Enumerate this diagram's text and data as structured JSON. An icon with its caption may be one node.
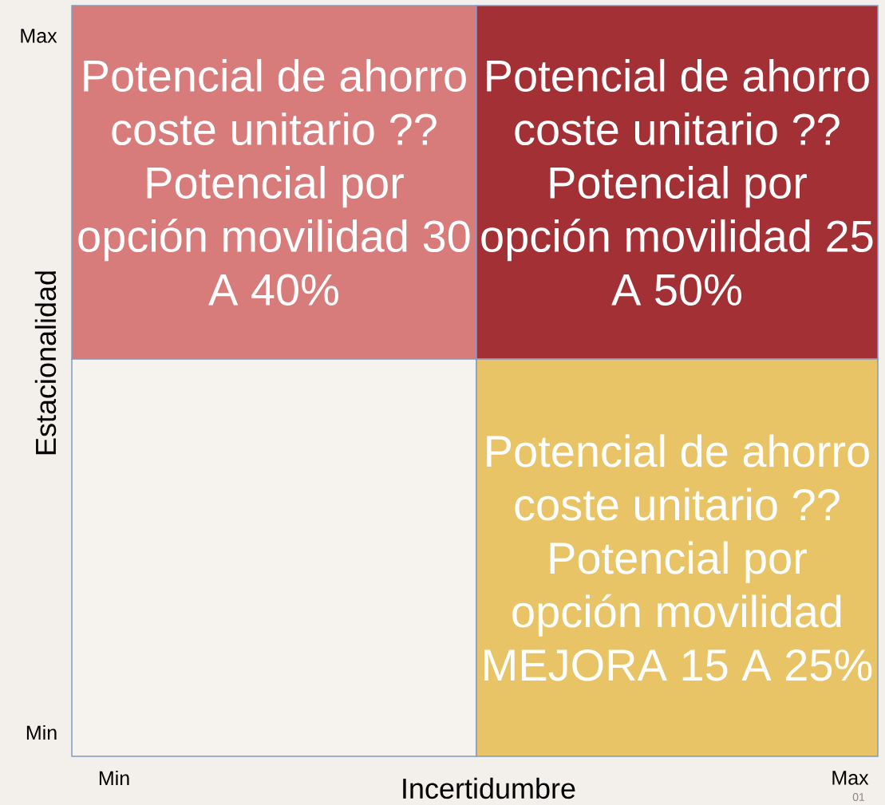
{
  "diagram": {
    "nodes": [
      {
        "text": [
          "Potencial de ahorro coste unitario ??",
          "Potencial por opción movilidad 30 A 40%"
        ]
      },
      {
        "text": [
          "Potencial de ahorro coste unitario ??",
          "Potencial por opción movilidad 25 A 50%"
        ]
      },
      {
        "text": [],
        "shape": "box"
      },
      {
        "text": [
          "Potencial de ahorro coste unitario ??",
          "Potencial por opción movilidad MEJORA 15 A 25%"
        ]
      }
    ],
    "labels": [
      "Max",
      "Estacionalidad",
      "Min",
      "Min",
      "Incertidumbre",
      "Max",
      "01"
    ]
  }
}
